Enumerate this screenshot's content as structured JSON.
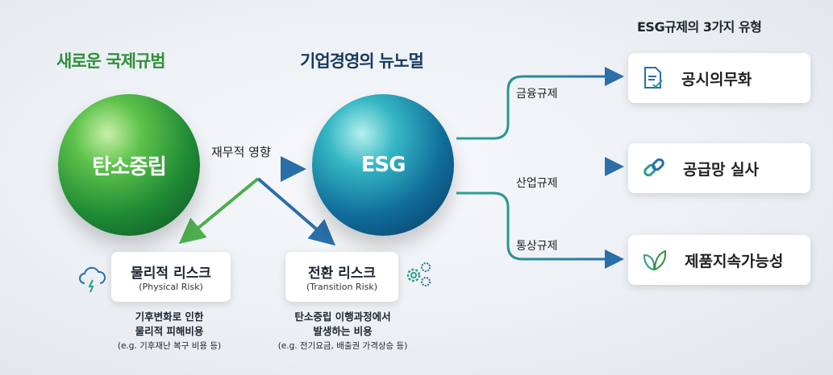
{
  "left_title": "새로운 국제규범",
  "center_title": "기업경영의 뉴노멀",
  "right_title": "ESG규제의 3가지 유형",
  "sphere_left": "탄소중립",
  "sphere_center": "ESG",
  "arrow_label": "재무적 영향",
  "physical": {
    "title": "물리적 리스크",
    "en": "(Physical Risk)",
    "desc1": "기후변화로 인한",
    "desc2": "물리적 피해비용",
    "example": "(e.g. 기후재난 복구 비용 등)"
  },
  "transition": {
    "title": "전환 리스크",
    "en": "(Transition Risk)",
    "desc1": "탄소중립 이행과정에서",
    "desc2": "발생하는 비용",
    "example": "(e.g. 전기요금, 배출권 가격상승 등)"
  },
  "branches": [
    "금융규제",
    "산업규제",
    "통상규제"
  ],
  "types": [
    {
      "label": "공시의무화",
      "icon": "document-check-icon"
    },
    {
      "label": "공급망 실사",
      "icon": "chain-link-icon"
    },
    {
      "label": "제품지속가능성",
      "icon": "leaf-icon"
    }
  ],
  "colors": {
    "green": "#2f8f3a",
    "navy": "#163a5f",
    "teal": "#2a9d8f",
    "blue": "#2a6fa8"
  }
}
